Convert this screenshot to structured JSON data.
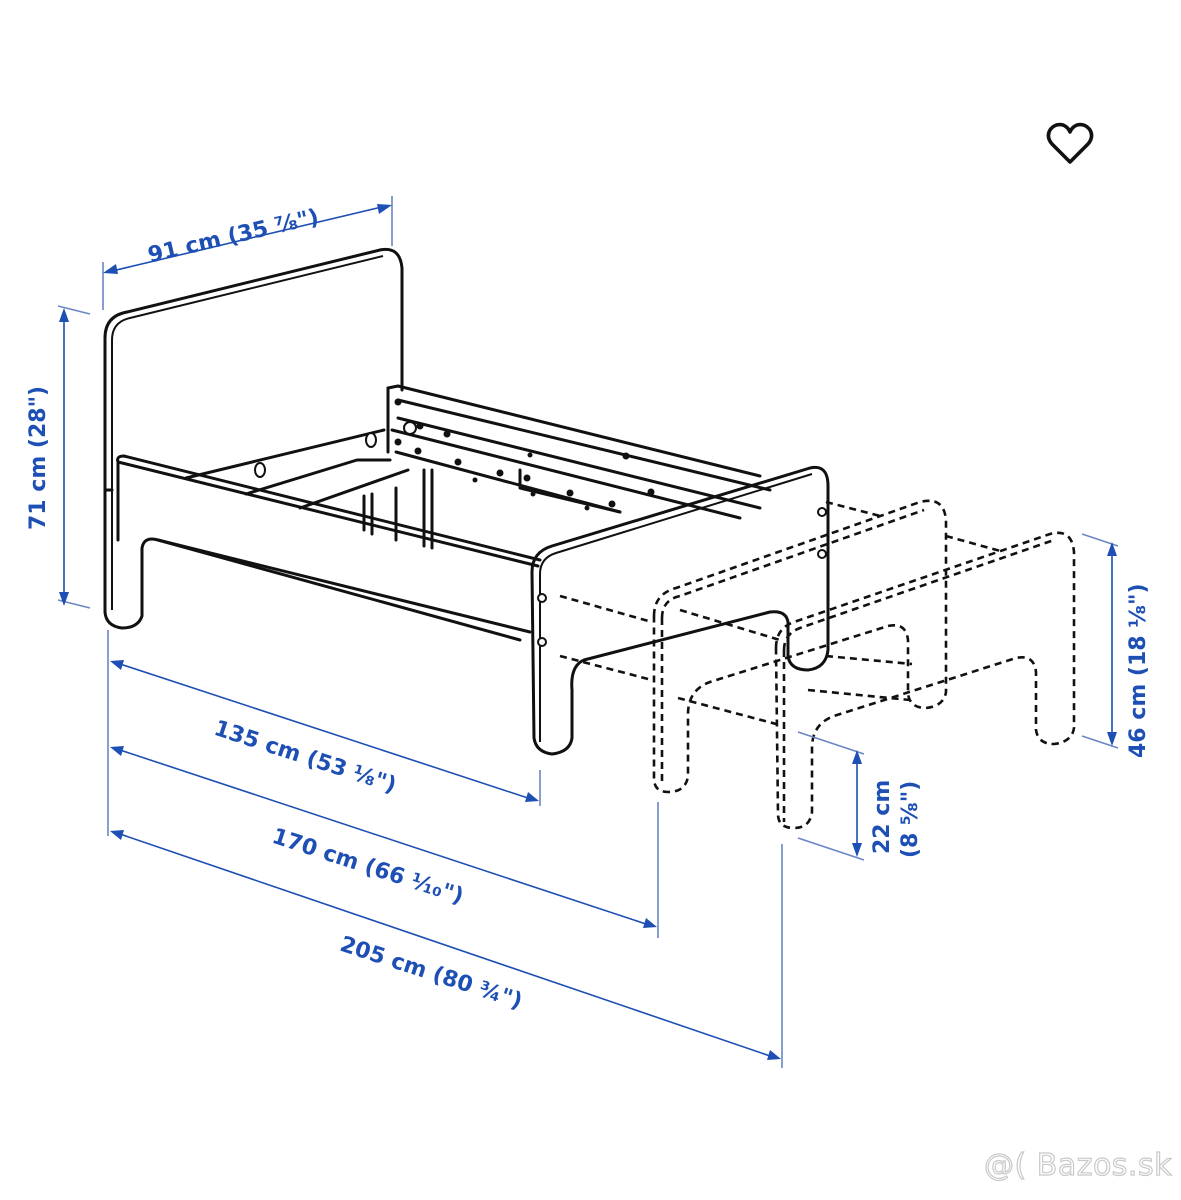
{
  "diagram": {
    "subject": "extendable children's bed frame (isometric line drawing)",
    "colors": {
      "dimension": "#1d4fb4",
      "ink": "#111111",
      "background": "#ffffff",
      "watermark": "#c9c9c9"
    },
    "dimensions": {
      "width": {
        "metric": "91 cm",
        "imperial": "(35 ⅞\")",
        "text": "91 cm (35 ⅞\")"
      },
      "headboard_height": {
        "metric": "71 cm",
        "imperial": "(28\")",
        "text": "71 cm (28\")"
      },
      "footboard_height": {
        "metric": "46 cm",
        "imperial": "(18 ⅛\")",
        "text": "46 cm (18 ⅛\")"
      },
      "underbed_clearance": {
        "metric": "22 cm",
        "imperial": "(8 ⅝\")"
      },
      "length_min": {
        "metric": "135 cm",
        "imperial": "(53 ⅛\")",
        "text": "135 cm (53 ⅛\")"
      },
      "length_mid": {
        "metric": "170 cm",
        "imperial": "(66 ¹⁄₁₀\")",
        "text": "170 cm (66 ¹⁄₁₀\")"
      },
      "length_max": {
        "metric": "205 cm",
        "imperial": "(80 ¾\")",
        "text": "205 cm (80 ¾\")"
      }
    }
  },
  "ui": {
    "favorite_icon": "heart-outline-icon",
    "watermark": "@( Bazos.sk"
  }
}
